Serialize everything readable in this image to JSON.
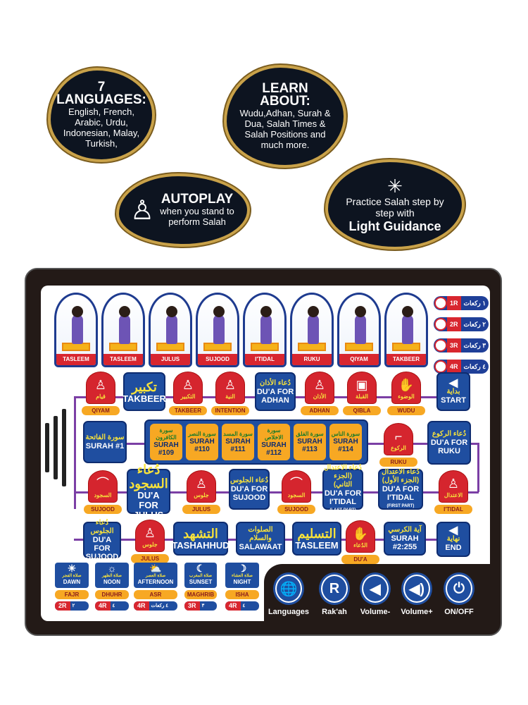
{
  "badges": {
    "languages": {
      "title": "7\nLANGUAGES:",
      "text": "English, French, Arabic, Urdu, Indonesian, Malay, Turkish,"
    },
    "learn": {
      "title": "LEARN ABOUT:",
      "text": "Wudu,Adhan, Surah & Dua, Salah Times & Salah Positions and much more."
    },
    "autoplay": {
      "title": "AUTOPLAY",
      "text": "when you stand to perform Salah"
    },
    "light": {
      "text": "Practice Salah step by step with",
      "title": "Light Guidance"
    }
  },
  "poses": [
    "TASLEEM",
    "TASLEEM",
    "JULUS",
    "SUJOOD",
    "I'TIDAL",
    "RUKU",
    "QIYAM",
    "TAKBEER"
  ],
  "rakah_buttons": [
    {
      "r": "1R",
      "ar": "١ ركعات"
    },
    {
      "r": "2R",
      "ar": "٢ ركعات"
    },
    {
      "r": "3R",
      "ar": "٣ ركعات"
    },
    {
      "r": "4R",
      "ar": "٤ ركعات"
    }
  ],
  "row1": {
    "qiyam": {
      "ar": "قيام",
      "label": "QIYAM"
    },
    "takbeer_box": {
      "ar": "تكبير",
      "label": "TAKBEER"
    },
    "takbeer": {
      "ar": "التكبير",
      "label": "TAKBEER"
    },
    "intention": {
      "ar": "النية",
      "label": "INTENTION"
    },
    "dua_adhan": {
      "ar": "دُعاء الأذان",
      "label": "DU'A FOR ADHAN"
    },
    "adhan": {
      "ar": "الأذان",
      "label": "ADHAN"
    },
    "qibla": {
      "ar": "القبلة",
      "label": "QIBLA"
    },
    "wudu": {
      "ar": "الوضوء",
      "label": "WUDU"
    },
    "start": {
      "ar": "بداية",
      "label": "START"
    }
  },
  "row2": {
    "surah1": {
      "ar": "سورة الفاتحة",
      "label": "SURAH #1"
    },
    "surahs": [
      {
        "ar": "سورة الكافرون",
        "label": "SURAH #109"
      },
      {
        "ar": "سورة النصر",
        "label": "SURAH #110"
      },
      {
        "ar": "سورة المسد",
        "label": "SURAH #111"
      },
      {
        "ar": "سورة الاخلاص",
        "label": "SURAH #112"
      },
      {
        "ar": "سورة الفلق",
        "label": "SURAH #113"
      },
      {
        "ar": "سورة الناس",
        "label": "SURAH #114"
      }
    ],
    "ruku": {
      "ar": "الركوع",
      "label": "RUKU"
    },
    "dua_ruku": {
      "ar": "دُعاء الركوع",
      "label": "DU'A FOR RUKU"
    }
  },
  "row3": {
    "sujood": {
      "ar": "السجود",
      "label": "SUJOOD"
    },
    "dua_julus": {
      "ar": "دُعاء السجود",
      "label": "DU'A FOR JULUS"
    },
    "julus": {
      "ar": "جلوس",
      "label": "JULUS"
    },
    "dua_sujood": {
      "ar": "دُعاء الجلوس",
      "label": "DU'A FOR SUJOOD"
    },
    "sujood2": {
      "ar": "السجود",
      "label": "SUJOOD"
    },
    "dua_itidal_last": {
      "ar": "دُعاء الاعتدال (الجزء الثاني)",
      "label": "DU'A FOR I'TIDAL",
      "sub": "(LAST PART)"
    },
    "dua_itidal_first": {
      "ar": "دُعاء الاعتدال (الجزء الأول)",
      "label": "DU'A FOR I'TIDAL",
      "sub": "(FIRST PART)"
    },
    "itidal": {
      "ar": "الاعتدال",
      "label": "I'TIDAL"
    }
  },
  "row4": {
    "dua_sujood": {
      "ar": "دُعاء الجلوس",
      "label": "DU'A FOR SUJOOD"
    },
    "julus": {
      "ar": "جلوس",
      "label": "JULUS"
    },
    "tashahhud": {
      "ar": "التشهد",
      "label": "TASHAHHUD"
    },
    "salawaat": {
      "ar": "الصلوات والسلام",
      "label": "SALAWAAT"
    },
    "tasleem": {
      "ar": "التسليم",
      "label": "TASLEEM"
    },
    "dua": {
      "ar": "الدُعاء",
      "label": "DU'A"
    },
    "surah255": {
      "ar": "آية الكرسي",
      "label": "SURAH #2:255"
    },
    "end": {
      "ar": "نهاية",
      "label": "END"
    }
  },
  "prayers": [
    {
      "time": "DAWN",
      "ar": "صلاة الفجر",
      "name": "FAJR",
      "r": "2R",
      "rar": "٢ ركعات"
    },
    {
      "time": "NOON",
      "ar": "صلاة الظهر",
      "name": "DHUHR",
      "r": "4R",
      "rar": "٤ ركعات"
    },
    {
      "time": "AFTERNOON",
      "ar": "صلاة العصر",
      "name": "ASR",
      "r": "4R",
      "rar": "٤ ركعات"
    },
    {
      "time": "SUNSET",
      "ar": "صلاة المغرب",
      "name": "MAGHRIB",
      "r": "3R",
      "rar": "٣ ركعات"
    },
    {
      "time": "NIGHT",
      "ar": "صلاة العشاء",
      "name": "ISHA",
      "r": "4R",
      "rar": "٤ ركعات"
    }
  ],
  "controls": [
    {
      "label": "Languages",
      "icon": "globe-icon"
    },
    {
      "label": "Rak'ah",
      "icon": "rakah-icon"
    },
    {
      "label": "Volume-",
      "icon": "volume-down-icon"
    },
    {
      "label": "Volume+",
      "icon": "volume-up-icon"
    },
    {
      "label": "ON/OFF",
      "icon": "power-icon"
    }
  ],
  "colors": {
    "blue": "#1f4ea0",
    "red": "#d8262f",
    "orange": "#f7a823",
    "path": "#7b3fa5",
    "frame": "#231a17"
  }
}
